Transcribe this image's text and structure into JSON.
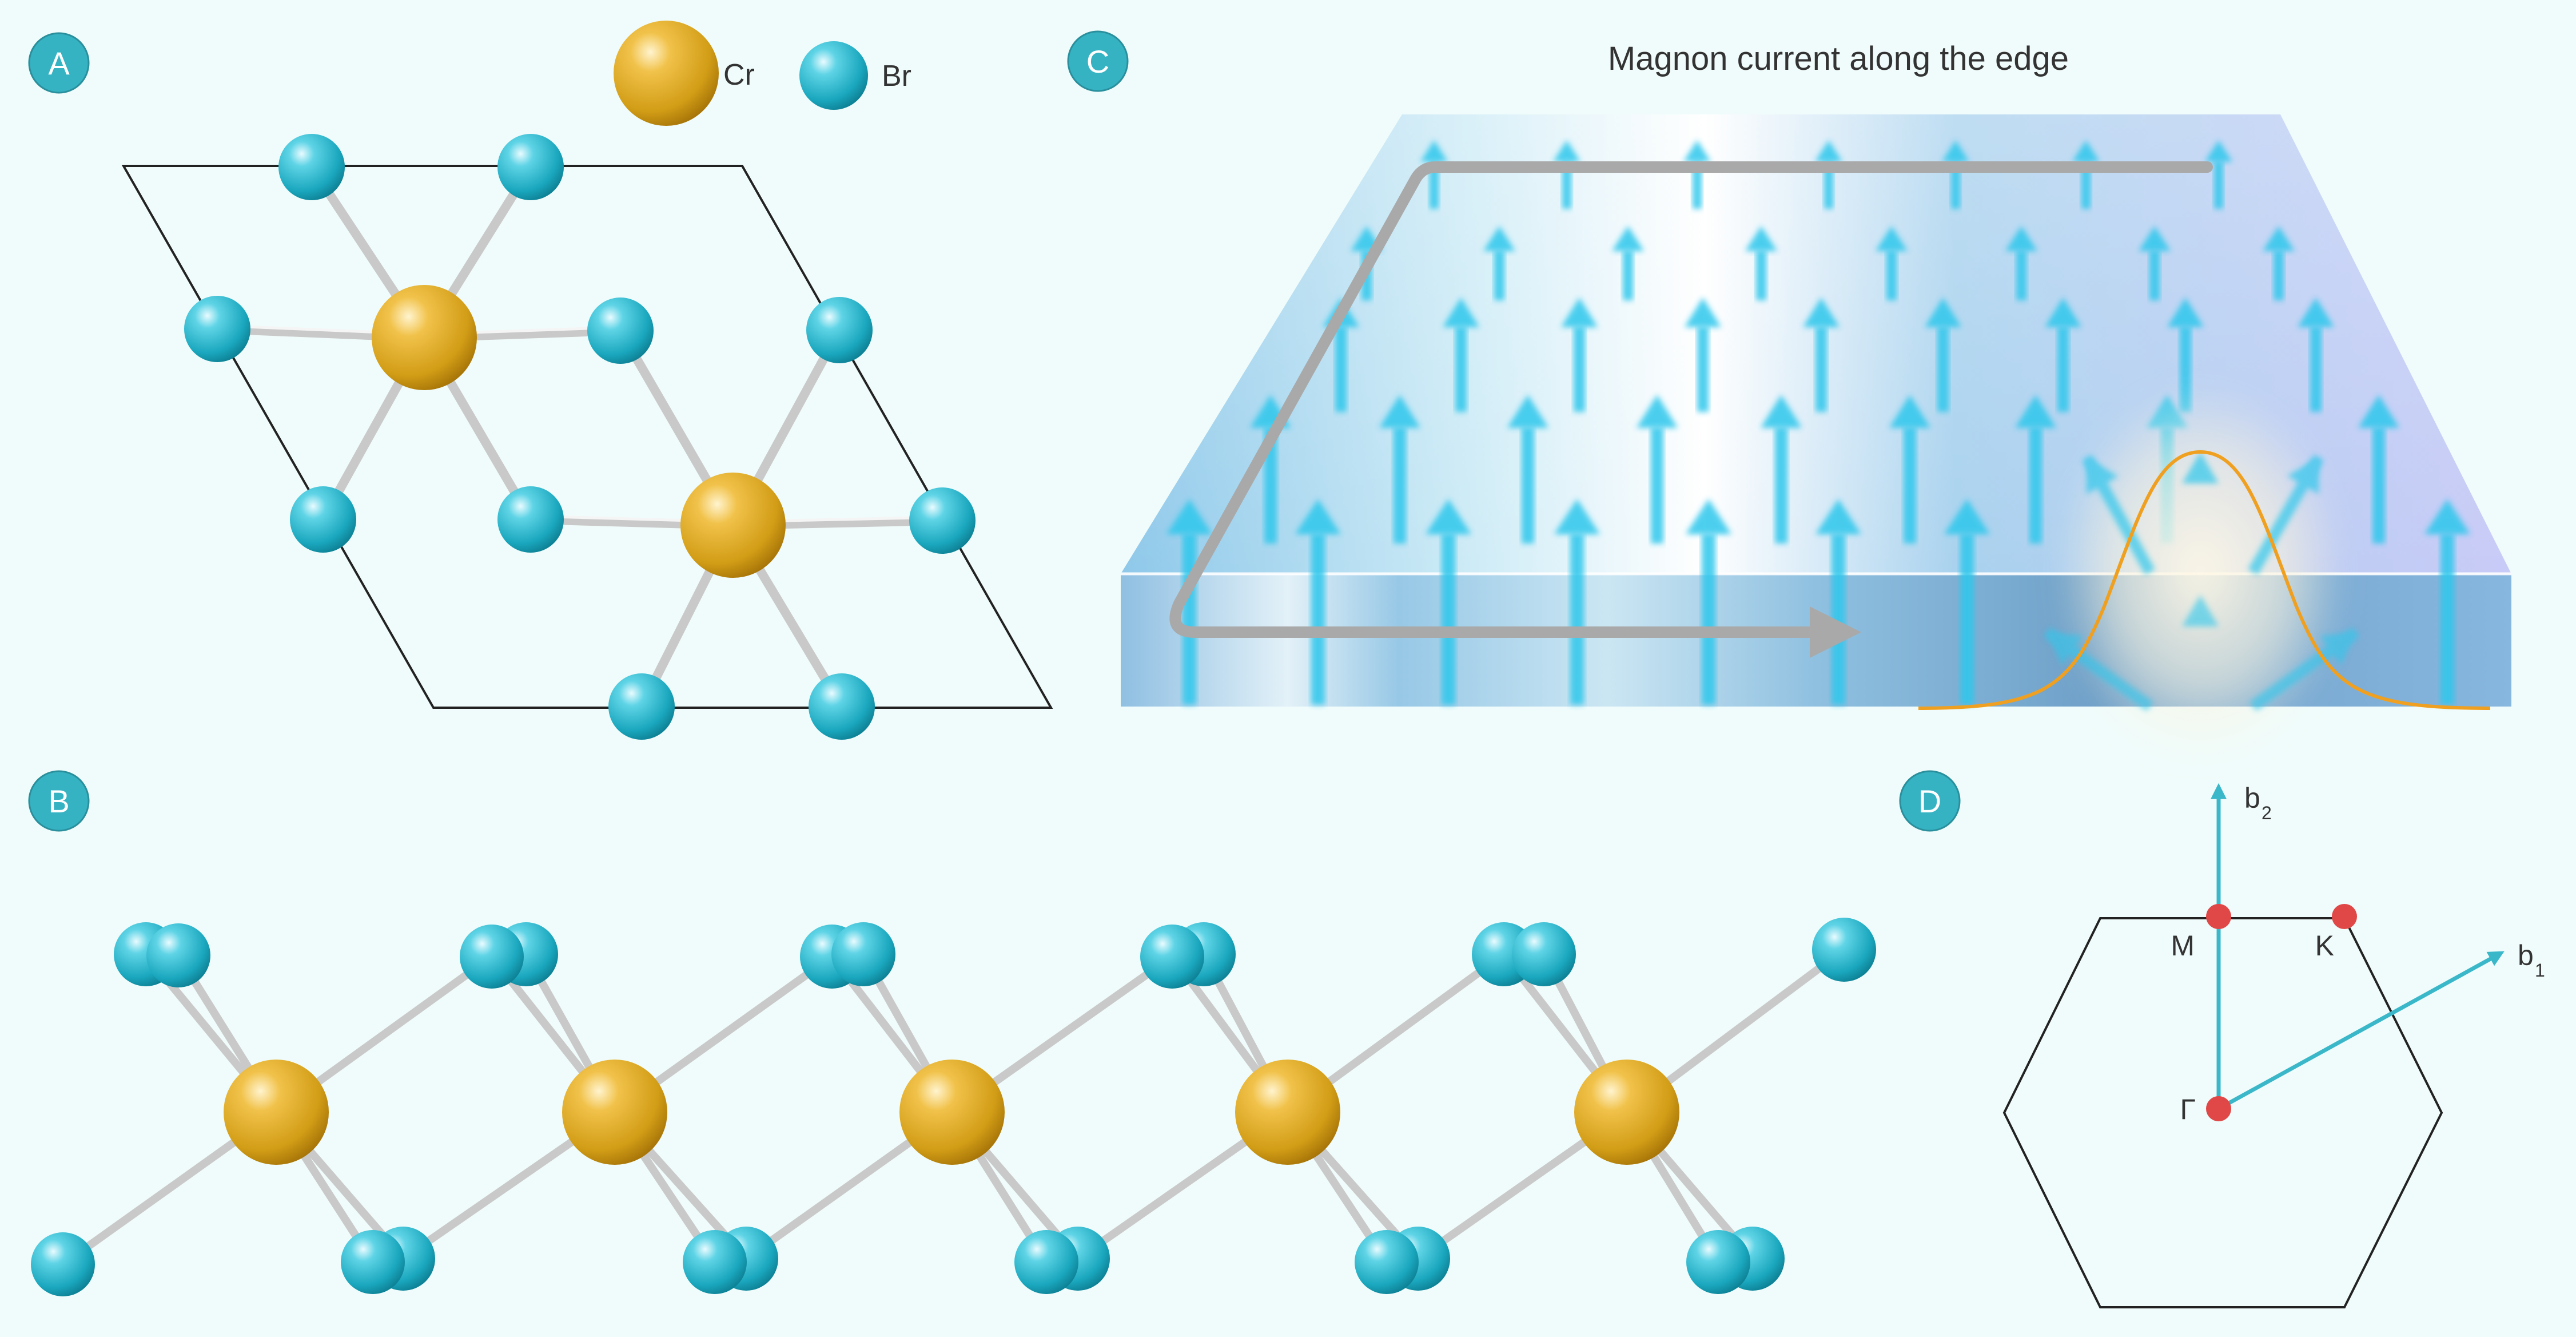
{
  "panels": {
    "a": {
      "label": "A"
    },
    "b": {
      "label": "B"
    },
    "c": {
      "label": "C",
      "title": "Magnon current along the edge"
    },
    "d": {
      "label": "D"
    }
  },
  "legend": {
    "cr": {
      "label": "Cr",
      "color": "#d4a017"
    },
    "br": {
      "label": "Br",
      "color": "#1fb3c9"
    }
  },
  "brillouin": {
    "gamma": "Γ",
    "m": "M",
    "k": "K",
    "b1": "b",
    "b1_sub": "1",
    "b2": "b",
    "b2_sub": "2"
  },
  "colors": {
    "badge": "#35b3c3",
    "bond": "#cfcfcf",
    "spin": "#2ec7ec",
    "current_arrow": "#a9a9a9",
    "gaussian": "#f0a020",
    "bz_point": "#e04848",
    "bz_vector": "#3ab7c9",
    "frame": "#222222"
  }
}
